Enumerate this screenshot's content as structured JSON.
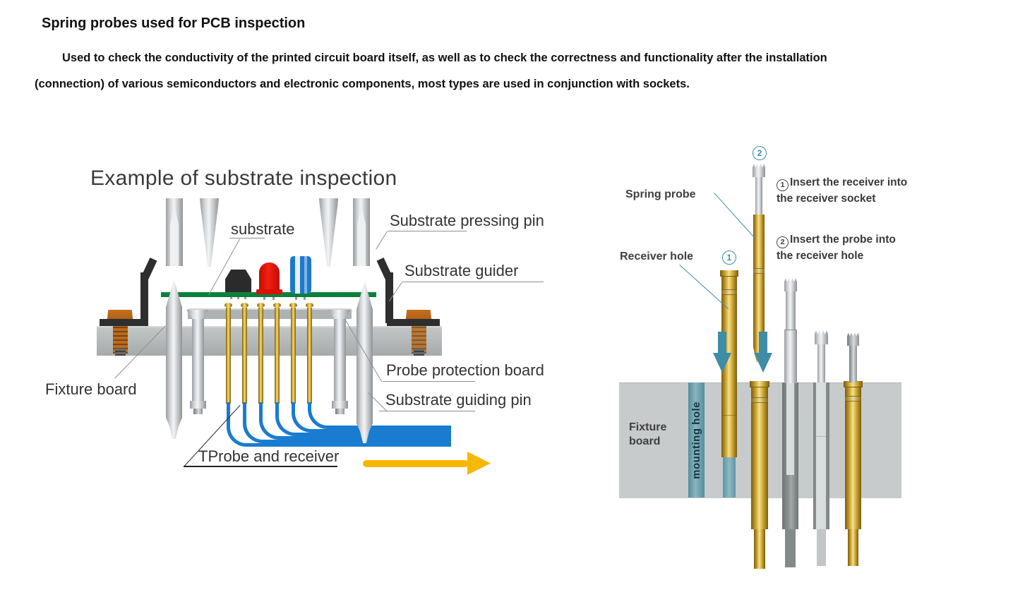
{
  "header": {
    "title": "Spring probes used for PCB inspection",
    "description_lines": [
      "Used to check the conductivity of the printed circuit board itself, as well as to check the correctness and functionality after the installation",
      "(connection) of various semiconductors and electronic components, most types are used in conjunction with sockets."
    ]
  },
  "left_diagram": {
    "title": "Example of substrate inspection",
    "labels": {
      "substrate": "substrate",
      "pressing_pin": "Substrate pressing pin",
      "guider": "Substrate guider",
      "protection_board": "Probe protection board",
      "guiding_pin": "Substrate guiding pin",
      "fixture_board": "Fixture board",
      "tprobe_receiver": "TProbe and receiver"
    }
  },
  "right_diagram": {
    "labels": {
      "spring_probe": "Spring probe",
      "receiver_hole": "Receiver hole",
      "fixture_board": "Fixture board",
      "mounting_hole": "mounting hole"
    },
    "markers": {
      "probe": "2",
      "receiver": "1"
    },
    "steps": [
      {
        "num": "1",
        "text": "Insert the receiver into the receiver socket"
      },
      {
        "num": "2",
        "text": "Insert the probe into the receiver hole"
      }
    ]
  },
  "colors": {
    "gold": "#c49b26",
    "teal": "#3e8ca6",
    "wire_blue": "#1a7cd0",
    "arrow_yellow": "#f6b800",
    "pcb_green": "#0d7a38",
    "copper": "#b4671d",
    "board_gray": "#c7cbcb",
    "text_dark": "#333333"
  }
}
